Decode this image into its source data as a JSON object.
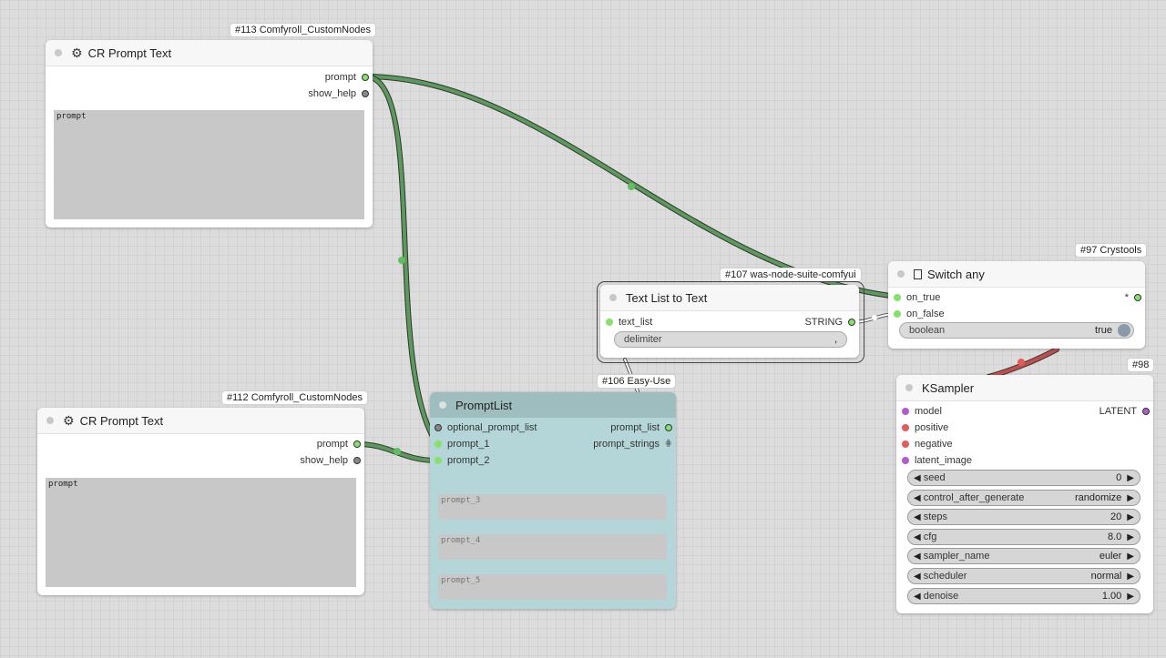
{
  "nodes": {
    "n113": {
      "badge": "#113 Comfyroll_CustomNodes",
      "title": "CR Prompt Text",
      "outputs": [
        "prompt",
        "show_help"
      ],
      "textarea_placeholder": "prompt"
    },
    "n112": {
      "badge": "#112 Comfyroll_CustomNodes",
      "title": "CR Prompt Text",
      "outputs": [
        "prompt",
        "show_help"
      ],
      "textarea_placeholder": "prompt"
    },
    "n107": {
      "badge": "#107 was-node-suite-comfyui",
      "title": "Text List to Text",
      "input": "text_list",
      "output": "STRING",
      "widget_label": "delimiter",
      "widget_value": ","
    },
    "n97": {
      "badge": "#97 Crystools",
      "title": "Switch any",
      "title_icon": "square-icon",
      "inputs": [
        "on_true",
        "on_false"
      ],
      "output": "*",
      "widget_label": "boolean",
      "widget_value": "true"
    },
    "n106": {
      "badge": "#106 Easy-Use",
      "title": "PromptList",
      "inputs": [
        "optional_prompt_list",
        "prompt_1",
        "prompt_2"
      ],
      "outputs": [
        "prompt_list",
        "prompt_strings"
      ],
      "text_fields": [
        "prompt_3",
        "prompt_4",
        "prompt_5"
      ]
    },
    "n98": {
      "badge": "#98",
      "title": "KSampler",
      "inputs": [
        "model",
        "positive",
        "negative",
        "latent_image"
      ],
      "output": "LATENT",
      "widgets": [
        {
          "label": "seed",
          "value": "0"
        },
        {
          "label": "control_after_generate",
          "value": "randomize"
        },
        {
          "label": "steps",
          "value": "20"
        },
        {
          "label": "cfg",
          "value": "8.0"
        },
        {
          "label": "sampler_name",
          "value": "euler"
        },
        {
          "label": "scheduler",
          "value": "normal"
        },
        {
          "label": "denoise",
          "value": "1.00"
        }
      ]
    }
  },
  "colors": {
    "link_string": "#5a9a5a",
    "link_latent": "#c0504d",
    "promptlist_body": "#b5d6d8",
    "promptlist_header": "#9dbdbe"
  }
}
